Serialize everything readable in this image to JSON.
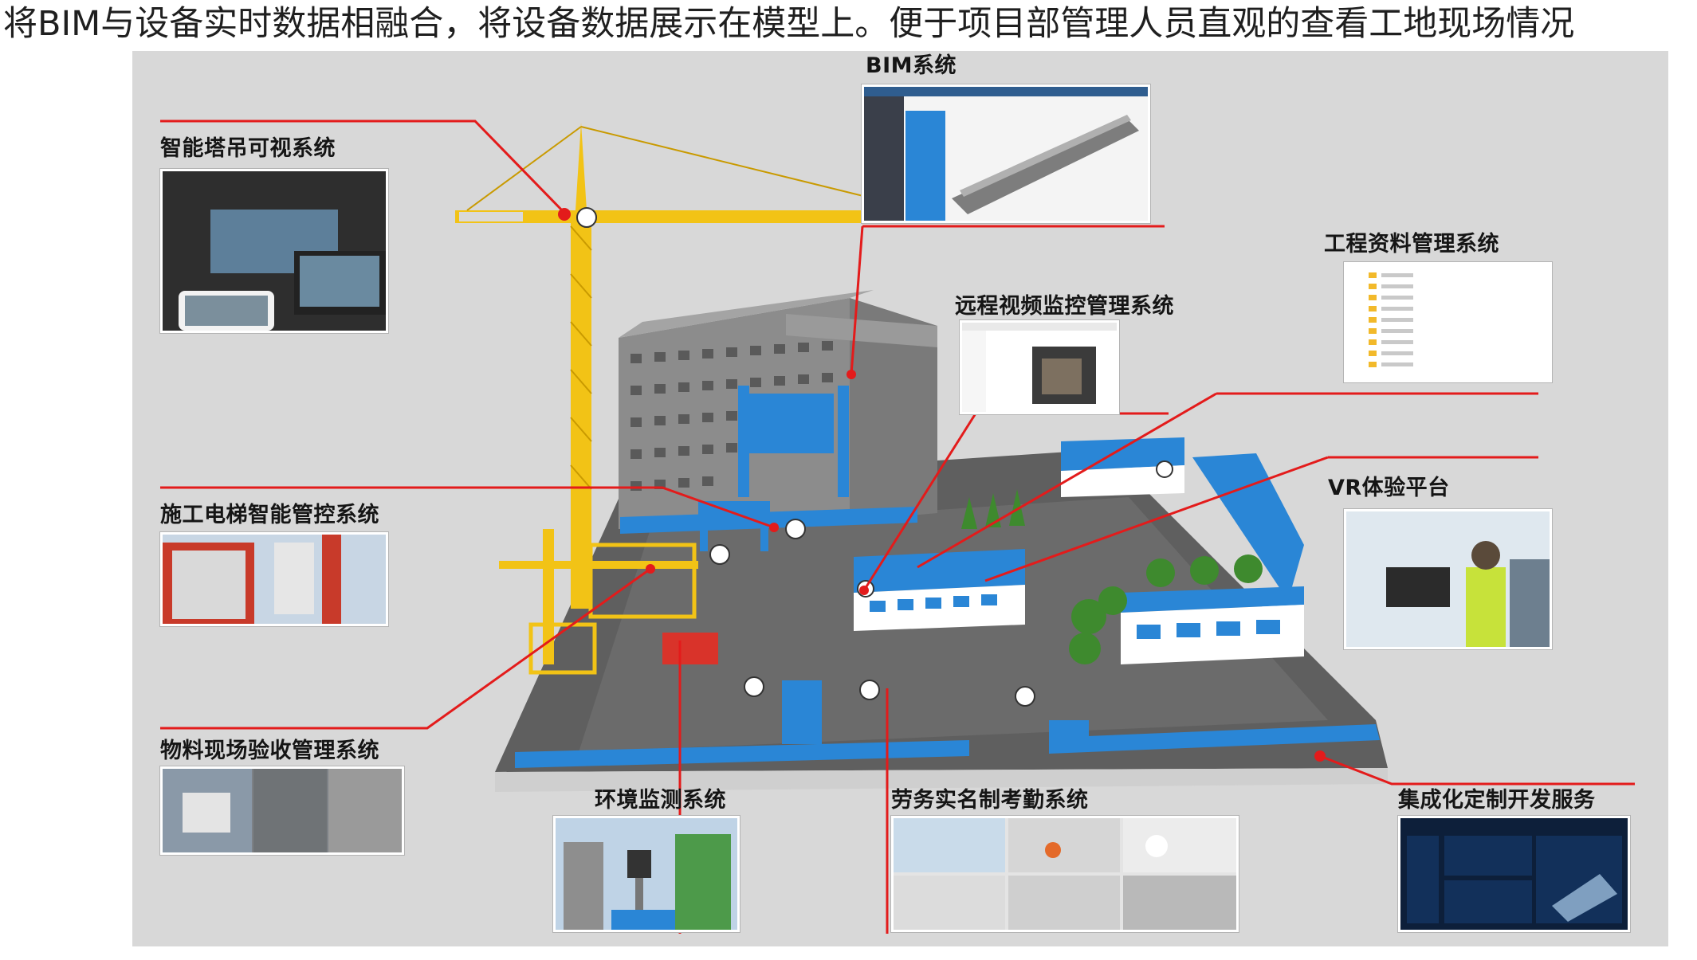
{
  "headline": "将BIM与设备实时数据相融合，将设备数据展示在模型上。便于项目部管理人员直观的查看工地现场情况",
  "systems": {
    "bim": "BIM系统",
    "tower_crane": "智能塔吊可视系统",
    "engineering_docs": "工程资料管理系统",
    "remote_video": "远程视频监控管理系统",
    "elevator": "施工电梯智能管控系统",
    "vr": "VR体验平台",
    "material": "物料现场验收管理系统",
    "environment": "环境监测系统",
    "labor": "劳务实名制考勤系统",
    "integration": "集成化定制开发服务"
  },
  "colors": {
    "callout_line": "#e31b1b",
    "site_blue": "#2a86d6",
    "crane_yellow": "#f2c316",
    "building_gray": "#8d8d8d",
    "panel_bg": "#d8d8d8"
  }
}
